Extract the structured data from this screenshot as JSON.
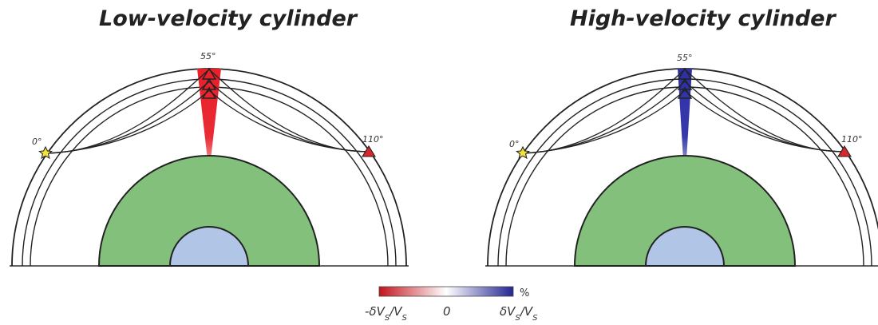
{
  "panels": [
    {
      "title": "Low-velocity cylinder",
      "anomaly": "low",
      "anomaly_color": "#e8202a",
      "source_label": "0°",
      "mid_label": "55°",
      "receiver_label": "110°"
    },
    {
      "title": "High-velocity cylinder",
      "anomaly": "high",
      "anomaly_color": "#2d2fa6",
      "source_label": "0°",
      "mid_label": "55°",
      "receiver_label": "110°"
    }
  ],
  "legend": {
    "unit": "%",
    "left_label": "-δV",
    "left_sub1": "S",
    "left_mid": "/V",
    "left_sub2": "S",
    "center_label": "0",
    "right_label": "δV",
    "right_sub1": "S",
    "right_mid": "/V",
    "right_sub2": "S"
  },
  "colors": {
    "outer_core": "#82c07c",
    "inner_core": "#b1c6e6",
    "source_star": "#f2e33a",
    "receiver_triangle": "#d7262d",
    "low_velocity": "#e8202a",
    "high_velocity": "#2d2fa6"
  }
}
